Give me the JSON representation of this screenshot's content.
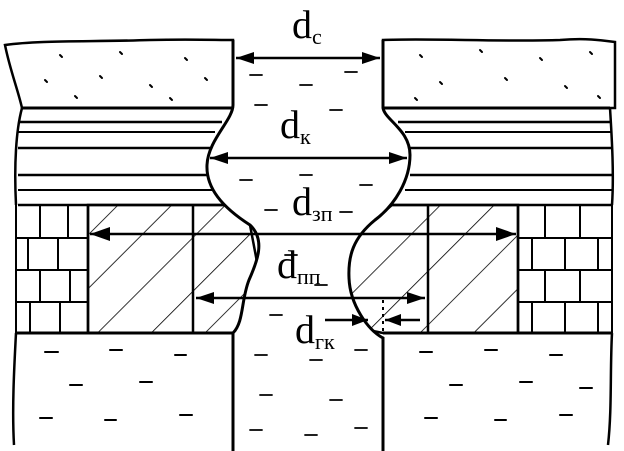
{
  "labels": {
    "d_c": {
      "base": "d",
      "sub": "c"
    },
    "d_k": {
      "base": "d",
      "sub": "к"
    },
    "d_zp": {
      "base": "d",
      "sub": "зп"
    },
    "d_pp": {
      "base": "d",
      "sub": "пп"
    },
    "d_gk": {
      "base": "d",
      "sub": "гк"
    }
  }
}
